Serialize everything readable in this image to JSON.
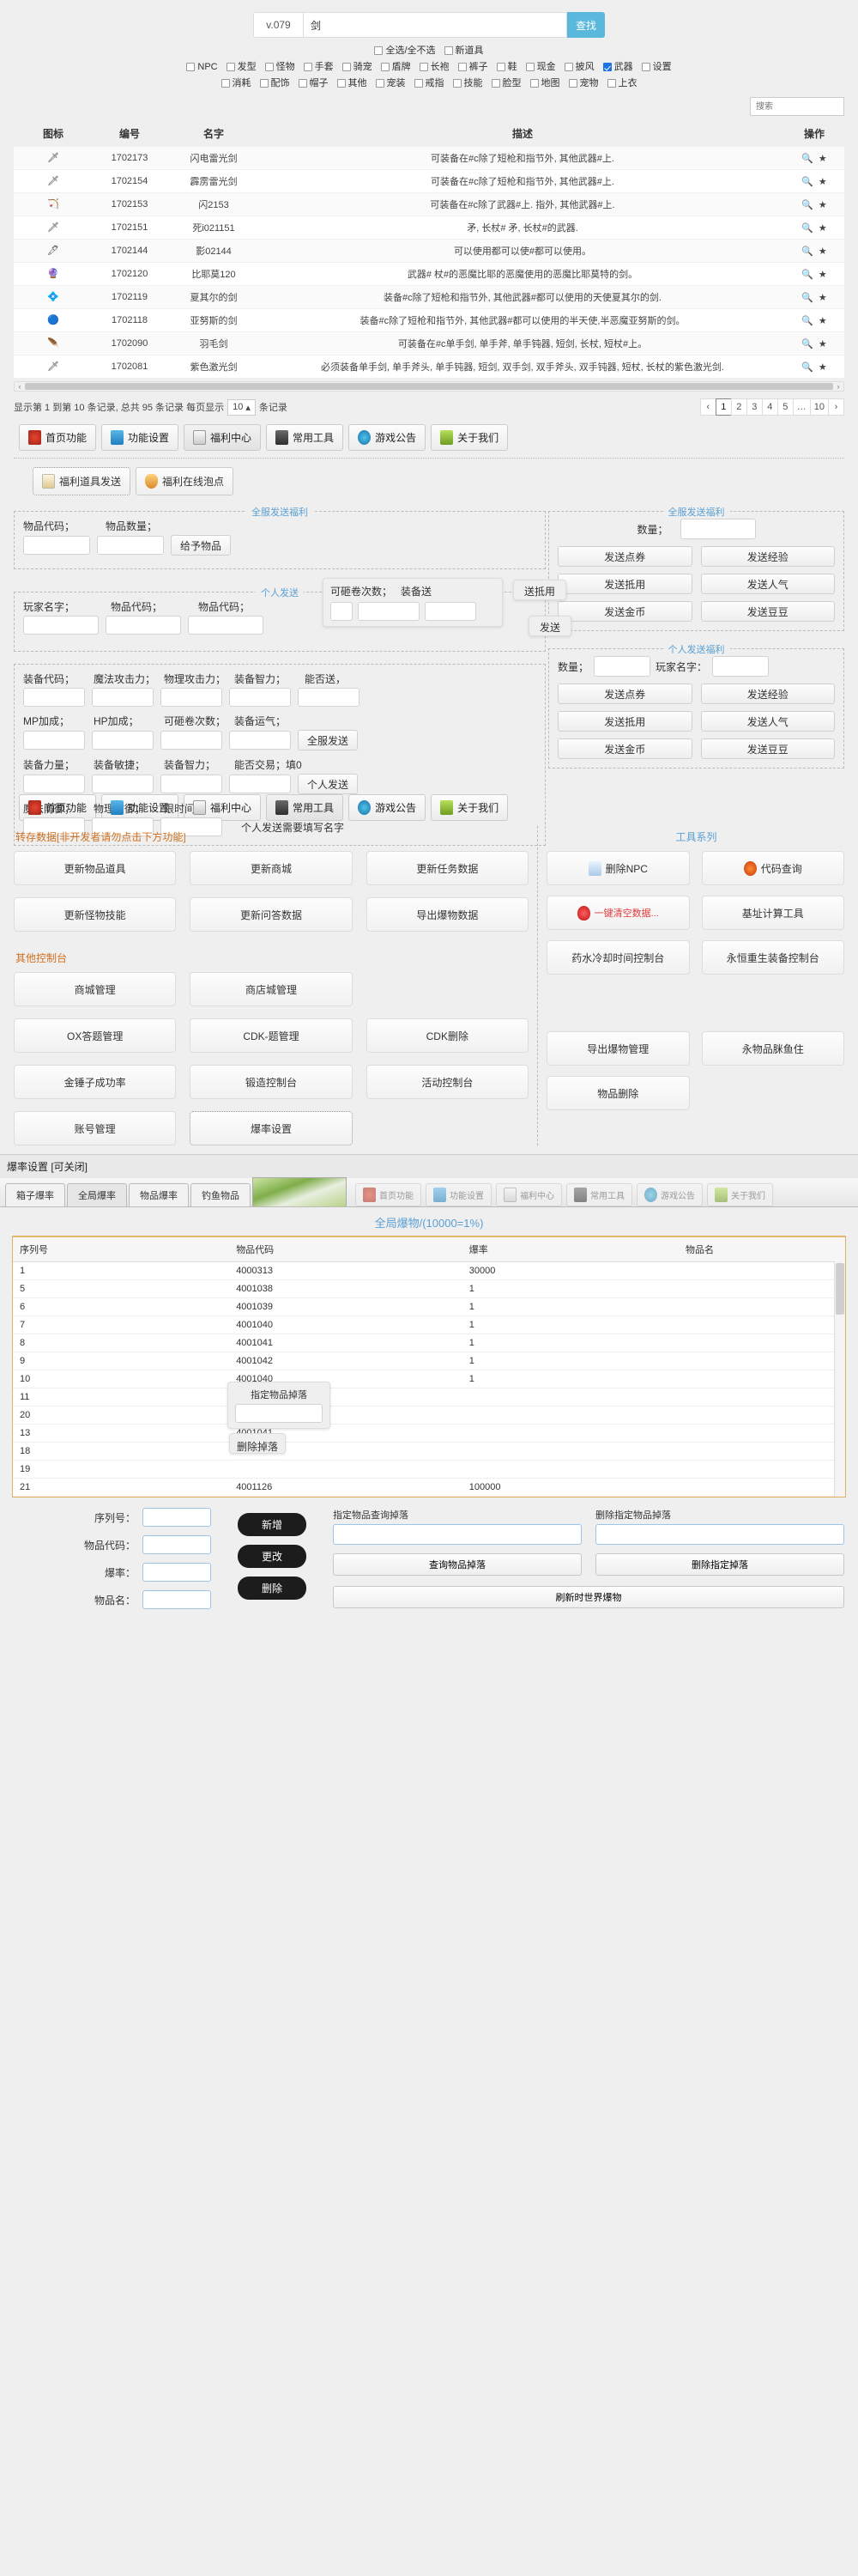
{
  "search": {
    "version": "v.079",
    "query": "剑",
    "placeholder": "",
    "button": "查找"
  },
  "filters": {
    "row0": [
      {
        "label": "全选/全不选",
        "checked": false
      },
      {
        "label": "新道具",
        "checked": false
      }
    ],
    "row1": [
      {
        "label": "NPC",
        "checked": false
      },
      {
        "label": "发型",
        "checked": false
      },
      {
        "label": "怪物",
        "checked": false
      },
      {
        "label": "手套",
        "checked": false
      },
      {
        "label": "骑宠",
        "checked": false
      },
      {
        "label": "盾牌",
        "checked": false
      },
      {
        "label": "长袍",
        "checked": false
      },
      {
        "label": "裤子",
        "checked": false
      },
      {
        "label": "鞋",
        "checked": false
      },
      {
        "label": "现金",
        "checked": false
      },
      {
        "label": "披风",
        "checked": false
      },
      {
        "label": "武器",
        "checked": true
      },
      {
        "label": "设置",
        "checked": false
      }
    ],
    "row2": [
      {
        "label": "消耗",
        "checked": false
      },
      {
        "label": "配饰",
        "checked": false
      },
      {
        "label": "帽子",
        "checked": false
      },
      {
        "label": "其他",
        "checked": false
      },
      {
        "label": "宠装",
        "checked": false
      },
      {
        "label": "戒指",
        "checked": false
      },
      {
        "label": "技能",
        "checked": false
      },
      {
        "label": "脸型",
        "checked": false
      },
      {
        "label": "地图",
        "checked": false
      },
      {
        "label": "宠物",
        "checked": false
      },
      {
        "label": "上衣",
        "checked": false
      }
    ]
  },
  "item_table": {
    "search_placeholder": "搜索",
    "headers": [
      "图标",
      "编号",
      "名字",
      "描述",
      "操作"
    ],
    "rows": [
      {
        "icon": "🗡",
        "id": "1702173",
        "name": "闪电雷光剑",
        "desc": "可装备在#c除了短枪和指节外, 其他武器#上."
      },
      {
        "icon": "🗡",
        "id": "1702154",
        "name": "霹雳雷光剑",
        "desc": "可装备在#c除了短枪和指节外, 其他武器#上."
      },
      {
        "icon": "🏹",
        "id": "1702153",
        "name": "闪2153",
        "desc": "可装备在#c除了武器#上.    指外, 其他武器#上."
      },
      {
        "icon": "🗡",
        "id": "1702151",
        "name": "死i021151",
        "desc": "矛, 长杖# 矛, 长杖#的武器."
      },
      {
        "icon": "🖊",
        "id": "1702144",
        "name": "影02144",
        "desc": "可以使用都可以使#都可以使用。"
      },
      {
        "icon": "🔮",
        "id": "1702120",
        "name": "比耶莫120",
        "desc": "武器# 杖#的恶魔比耶的恶魔使用的恶魔比耶莫特的剑。"
      },
      {
        "icon": "💠",
        "id": "1702119",
        "name": "夏其尔的剑",
        "desc": "装备#c除了短枪和指节外, 其他武器#都可以使用的天使夏其尔的剑."
      },
      {
        "icon": "🔵",
        "id": "1702118",
        "name": "亚努斯的剑",
        "desc": "装备#c除了短枪和指节外, 其他武器#都可以使用的半天使,半恶魔亚努斯的剑。"
      },
      {
        "icon": "🪶",
        "id": "1702090",
        "name": "羽毛剑",
        "desc": "可装备在#c单手剑, 单手斧, 单手钝器, 短剑, 长杖, 短杖#上。"
      },
      {
        "icon": "🗡",
        "id": "1702081",
        "name": "紫色激光剑",
        "desc": "必须装备单手剑, 单手斧头, 单手钝器, 短剑, 双手剑, 双手斧头, 双手钝器, 短杖, 长杖的紫色激光剑."
      }
    ],
    "overlay_rows": [
      {
        "id": "1702090",
        "name": "羽毛剑"
      },
      {
        "id": "1702081",
        "name": "紫色激光剑"
      },
      {
        "id": "1702120",
        "name": "1702120"
      },
      {
        "id": "1702153",
        "name": "1702153"
      }
    ],
    "footer_text": "显示第 1 到第 10 条记录, 总共 95 条记录 每页显示",
    "page_size": "10",
    "footer_suffix": "条记录",
    "pages": [
      "‹",
      "1",
      "2",
      "3",
      "4",
      "5",
      "…",
      "10",
      "›"
    ],
    "active_page": "1",
    "op_icons": [
      "search-icon",
      "star-icon"
    ]
  },
  "nav": {
    "tabs": [
      {
        "label": "首页功能",
        "icon": "maple-icon",
        "active": false
      },
      {
        "label": "功能设置",
        "icon": "gear-icon",
        "active": false
      },
      {
        "label": "福利中心",
        "icon": "phone-icon",
        "active": true
      },
      {
        "label": "常用工具",
        "icon": "laptop-icon",
        "active": false
      },
      {
        "label": "游戏公告",
        "icon": "speaker-icon",
        "active": false
      },
      {
        "label": "关于我们",
        "icon": "question-icon",
        "active": false
      }
    ],
    "subtabs": [
      {
        "label": "福利道具发送",
        "icon": "chair-icon",
        "active": true
      },
      {
        "label": "福利在线泡点",
        "icon": "potion-icon",
        "active": false
      }
    ]
  },
  "welfare": {
    "global_item": {
      "legend": "全服发送福利",
      "labels": [
        "物品代码；",
        "物品数量；"
      ],
      "button": "给予物品"
    },
    "personal": {
      "legend": "个人发送",
      "labels": [
        "玩家名字；",
        "物品代码；",
        "物品代码；"
      ],
      "extra_labels": [
        "可砸卷次数；",
        "装备送"
      ],
      "button": "送抵用"
    },
    "global_amount": {
      "legend": "全服发送福利",
      "amount_label": "数量；",
      "buttons": [
        "发送点券",
        "发送经验",
        "发送抵用",
        "发送人气",
        "发送金币",
        "发送豆豆"
      ]
    },
    "personal_amount": {
      "legend": "个人发送福利",
      "amount_label": "数量；",
      "player_label": "玩家名字：",
      "buttons": [
        "发送点券",
        "发送经验",
        "发送抵用",
        "发送人气",
        "发送金币",
        "发送豆豆"
      ]
    },
    "equip": {
      "row1_labels": [
        "装备代码；",
        "魔法攻击力；",
        "物理攻击力；",
        "装备智力；",
        "能否送，"
      ],
      "row2_labels": [
        "MP加成；",
        "HP加成；",
        "可砸卷次数；",
        "装备运气；"
      ],
      "row2_button": "全服发送",
      "row3_labels": [
        "装备力量；",
        "装备敏捷；",
        "装备智力；",
        "能否交易；填0"
      ],
      "row3_button": "个人发送",
      "row4_labels": [
        "魔法防御；",
        "物理防御；",
        "限时间；"
      ],
      "note": "个人发送需要填写名字"
    },
    "float_send": "发送"
  },
  "tools": {
    "nav_tabs": [
      {
        "label": "首页功能",
        "icon": "maple-icon",
        "active": false
      },
      {
        "label": "功能设置",
        "icon": "gear-icon",
        "active": false
      },
      {
        "label": "福利中心",
        "icon": "phone-icon",
        "active": false
      },
      {
        "label": "常用工具",
        "icon": "laptop-icon",
        "active": true
      },
      {
        "label": "游戏公告",
        "icon": "speaker-icon",
        "active": false
      },
      {
        "label": "关于我们",
        "icon": "question-icon",
        "active": false
      }
    ],
    "update_section_title": "转存数据[非开发者请勿点击下方功能]",
    "update_buttons": [
      "更新物品道具",
      "更新商城",
      "更新任务数据",
      "更新怪物技能",
      "更新问答数据",
      "导出爆物数据"
    ],
    "series_title": "工具系列",
    "series_buttons": [
      {
        "label": "删除NPC",
        "icon": "npc-icon"
      },
      {
        "label": "代码查询",
        "icon": "code-icon"
      },
      {
        "label": "一键清空数据...",
        "icon": "heart-icon",
        "red": true
      },
      {
        "label": "基址计算工具",
        "icon": ""
      },
      {
        "label": "药水冷却时间控制台",
        "icon": ""
      },
      {
        "label": "永恒重生装备控制台",
        "icon": ""
      }
    ],
    "other_title": "其他控制台",
    "other_buttons": [
      "商城管理",
      "商店城管理",
      "",
      "导出爆物管理",
      "OX答题管理",
      "CDK-题管理",
      "CDK删除",
      "永物品脒鱼住",
      "金锤子成功率",
      "锻造控制台",
      "活动控制台",
      "物品删除",
      "账号管理",
      "爆率设置"
    ],
    "dotted_button": "爆率设置"
  },
  "drop_window": {
    "title": "爆率设置 [可关闭]",
    "tabs": [
      {
        "label": "箱子爆率",
        "active": false
      },
      {
        "label": "全局爆率",
        "active": true
      },
      {
        "label": "物品爆率",
        "active": false
      },
      {
        "label": "钓鱼物品",
        "active": false
      }
    ],
    "ghost_tabs": [
      "首页功能",
      "功能设置",
      "福利中心",
      "常用工具",
      "游戏公告",
      "关于我们"
    ],
    "section_title": "全局爆物/(10000=1%)",
    "headers": [
      "序列号",
      "物品代码",
      "爆率",
      "物品名"
    ],
    "rows": [
      {
        "seq": "1",
        "code": "4000313",
        "rate": "30000",
        "name": ""
      },
      {
        "seq": "5",
        "code": "4001038",
        "rate": "1",
        "name": ""
      },
      {
        "seq": "6",
        "code": "4001039",
        "rate": "1",
        "name": ""
      },
      {
        "seq": "7",
        "code": "4001040",
        "rate": "1",
        "name": ""
      },
      {
        "seq": "8",
        "code": "4001041",
        "rate": "1",
        "name": ""
      },
      {
        "seq": "9",
        "code": "4001042",
        "rate": "1",
        "name": ""
      },
      {
        "seq": "10",
        "code": "4001040",
        "rate": "1",
        "name": ""
      },
      {
        "seq": "11",
        "code": "4001041",
        "rate": "",
        "name": ""
      },
      {
        "seq": "20",
        "code": "4001041",
        "rate": "",
        "name": ""
      },
      {
        "seq": "13",
        "code": "4001041",
        "rate": "",
        "name": ""
      },
      {
        "seq": "18",
        "code": "",
        "rate": "",
        "name": ""
      },
      {
        "seq": "19",
        "code": "",
        "rate": "",
        "name": ""
      },
      {
        "seq": "21",
        "code": "4001126",
        "rate": "100000",
        "name": ""
      }
    ],
    "popup": {
      "label": "指定物品掉落",
      "button": "删除掉落"
    }
  },
  "bottom_form": {
    "left_labels": [
      "序列号：",
      "物品代码：",
      "爆率：",
      "物品名："
    ],
    "center_buttons": [
      "新增",
      "更改",
      "删除"
    ],
    "right_fields": [
      {
        "label": "指定物品查询掉落",
        "button": "查询物品掉落"
      },
      {
        "label": "删除指定物品掉落",
        "button": "删除指定掉落"
      }
    ],
    "wide_button": "刷新时世界爆物"
  }
}
